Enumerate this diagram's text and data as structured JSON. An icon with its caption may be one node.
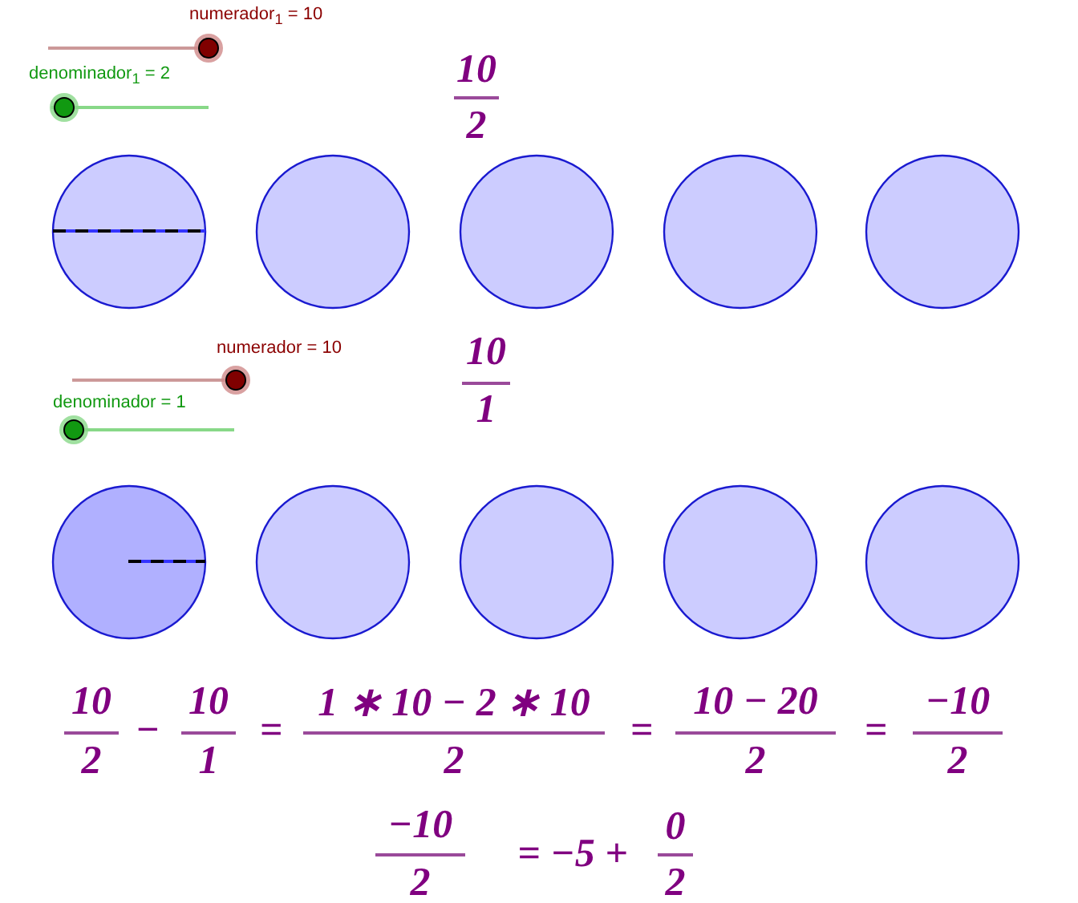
{
  "diagram": {
    "nodes": [
      {
        "text": [],
        "shape": "circle"
      },
      {
        "text": [],
        "shape": "circle"
      },
      {
        "text": [],
        "shape": "circle"
      },
      {
        "text": [],
        "shape": "circle"
      },
      {
        "text": [],
        "shape": "circle"
      },
      {
        "text": [],
        "shape": "circle"
      },
      {
        "text": [],
        "shape": "circle"
      },
      {
        "text": [],
        "shape": "circle"
      },
      {
        "text": [],
        "shape": "circle"
      },
      {
        "text": [],
        "shape": "circle"
      }
    ],
    "labels": [
      "numerador$_{1}$ = 10",
      "denominador$_{1}$ = 2",
      "10",
      "2",
      "numerador = 10",
      "denominador = 1",
      "10",
      "1",
      "10",
      "2",
      "−",
      "10",
      "1",
      "=",
      "1 ∗ 10 − 2 ∗ 10",
      "2",
      "=",
      "10 − 20",
      "2",
      "=",
      "−10",
      "2",
      "−10",
      "2",
      "= −5 +",
      "0",
      "2"
    ]
  }
}
